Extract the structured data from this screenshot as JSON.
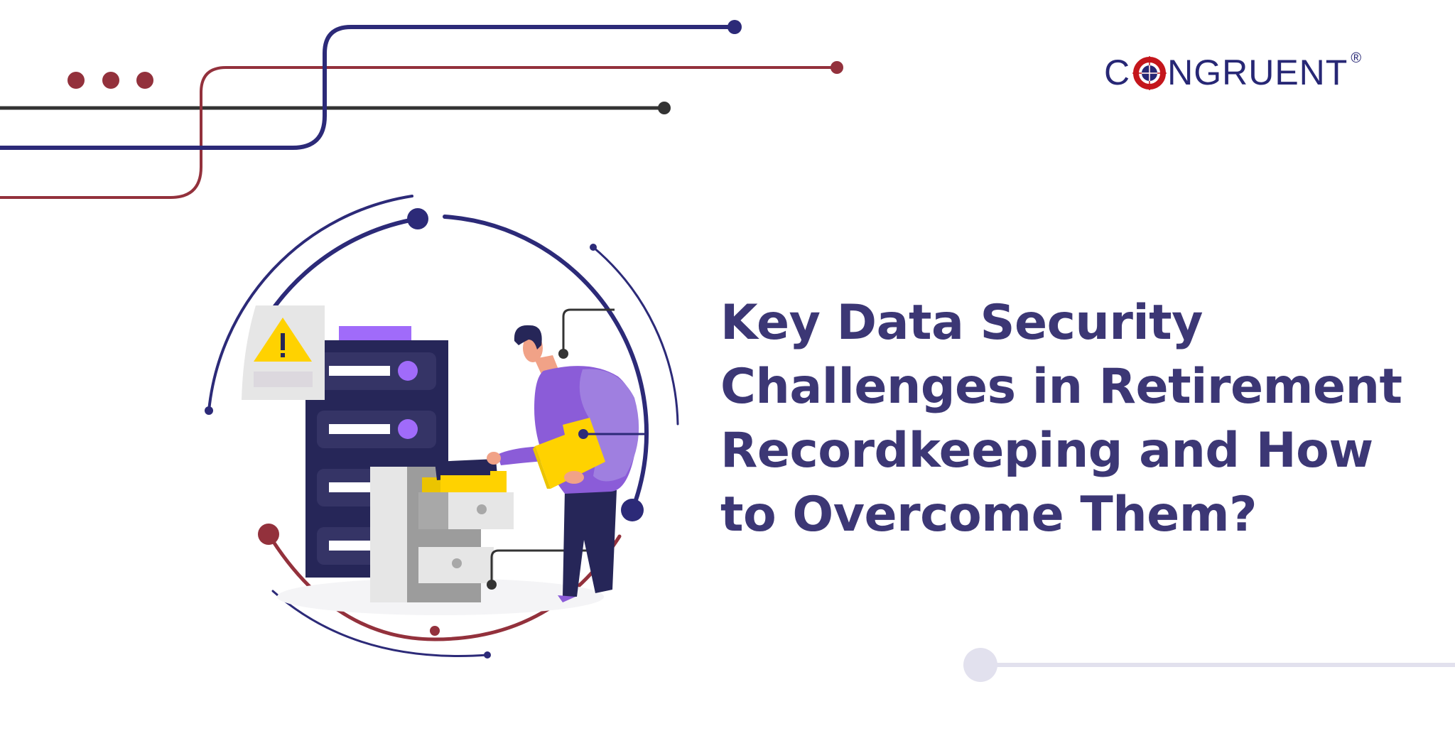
{
  "brand": {
    "logo_pre": "C",
    "logo_post": "NGRUENT",
    "registered_mark": "®",
    "logo_icon": "crosshair-target-icon",
    "colors": {
      "navy": "#272775",
      "red": "#C4161C"
    }
  },
  "headline": {
    "lines": [
      "Key Data Security",
      "Challenges in Retirement",
      "Recordkeeping and How",
      "to Overcome Them?"
    ],
    "color": "#3C3775"
  },
  "illustration": {
    "subject": "person filing documents at server cabinet with warning sign",
    "icons": [
      "warning-triangle-icon",
      "server-tower-icon",
      "filing-cabinet-icon",
      "folder-icon",
      "person-figure"
    ],
    "colors": {
      "accent_red": "#93313C",
      "navy_line": "#2C2A78",
      "dark_line": "#333333",
      "server": "#262658",
      "server_slot": "#353466",
      "purple": "#A06BFA",
      "shirt": "#8B5CD8",
      "shirt_light": "#9F7FE0",
      "yellow": "#FFD200",
      "light_gray": "#E6E6E6",
      "mid_gray": "#9C9C9C",
      "faint_line": "#E2E1EE"
    }
  },
  "decor": {
    "dots": [
      "menu-dots-icon"
    ]
  }
}
